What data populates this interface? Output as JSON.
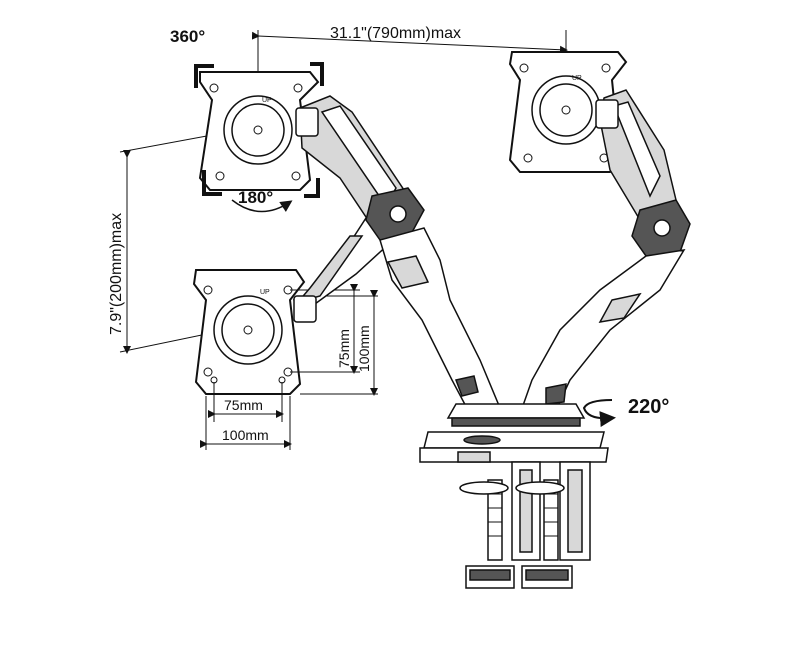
{
  "labels": {
    "rotation_360": "360°",
    "rotation_180": "180°",
    "swivel_220": "220°",
    "width_max": "31.1\"(790mm)max",
    "height_max": "7.9\"(200mm)max",
    "vesa_75_h": "75mm",
    "vesa_100_h": "100mm",
    "vesa_75_v": "75mm",
    "vesa_100_v": "100mm",
    "up_mark": "UP"
  }
}
